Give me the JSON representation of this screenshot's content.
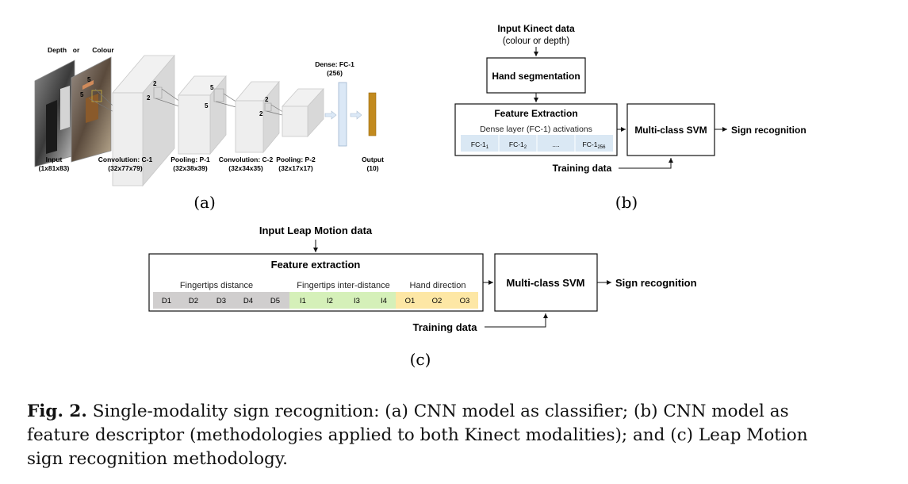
{
  "panel_a": {
    "top_labels": [
      "Depth",
      "or",
      "Colour"
    ],
    "k5_top": "5",
    "k5_side": "5",
    "k2_top": "2",
    "k2_side": "2",
    "p5_top": "5",
    "p5_side": "5",
    "c2_top": "2",
    "c2_side": "2",
    "dense_title": "Dense: FC-1",
    "dense_size": "(256)",
    "layers": [
      {
        "name": "Input",
        "dims": "(1x81x83)"
      },
      {
        "name": "Convolution: C-1",
        "dims": "(32x77x79)"
      },
      {
        "name": "Pooling: P-1",
        "dims": "(32x38x39)"
      },
      {
        "name": "Convolution: C-2",
        "dims": "(32x34x35)"
      },
      {
        "name": "Pooling: P-2",
        "dims": "(32x17x17)"
      },
      {
        "name": "Output",
        "dims": "(10)"
      }
    ],
    "sublabel": "(a)"
  },
  "panel_b": {
    "input_title": "Input Kinect data",
    "input_sub": "(colour or depth)",
    "hand_seg": "Hand segmentation",
    "feature_title": "Feature Extraction",
    "dense_caption": "Dense layer (FC-1) activations",
    "fc_cells": [
      {
        "base": "FC-1",
        "sub": "1"
      },
      {
        "base": "FC-1",
        "sub": "2"
      },
      {
        "base": "....",
        "sub": ""
      },
      {
        "base": "FC-1",
        "sub": "256"
      }
    ],
    "svm": "Multi-class SVM",
    "output": "Sign recognition",
    "training": "Training data",
    "sublabel": "(b)"
  },
  "panel_c": {
    "input_title": "Input Leap Motion data",
    "feature_title": "Feature extraction",
    "group_labels": [
      "Fingertips distance",
      "Fingertips inter-distance",
      "Hand direction"
    ],
    "d_cells": [
      "D1",
      "D2",
      "D3",
      "D4",
      "D5"
    ],
    "i_cells": [
      "I1",
      "I2",
      "I3",
      "I4"
    ],
    "o_cells": [
      "O1",
      "O2",
      "O3"
    ],
    "svm": "Multi-class SVM",
    "output": "Sign recognition",
    "training": "Training data",
    "sublabel": "(c)"
  },
  "colors": {
    "d_cell": "#d0cece",
    "i_cell": "#d5f0b9",
    "o_cell": "#fde7a5",
    "fc_cell": "#dae8f4",
    "dense_bar": "#dbe8f6",
    "output_bar": "#c28a1e"
  },
  "caption": {
    "label": "Fig. 2.",
    "text": " Single-modality sign recognition: (a) CNN model as classifier; (b) CNN model as feature descriptor (methodologies applied to both Kinect modalities); and (c) Leap Motion sign recognition methodology."
  }
}
